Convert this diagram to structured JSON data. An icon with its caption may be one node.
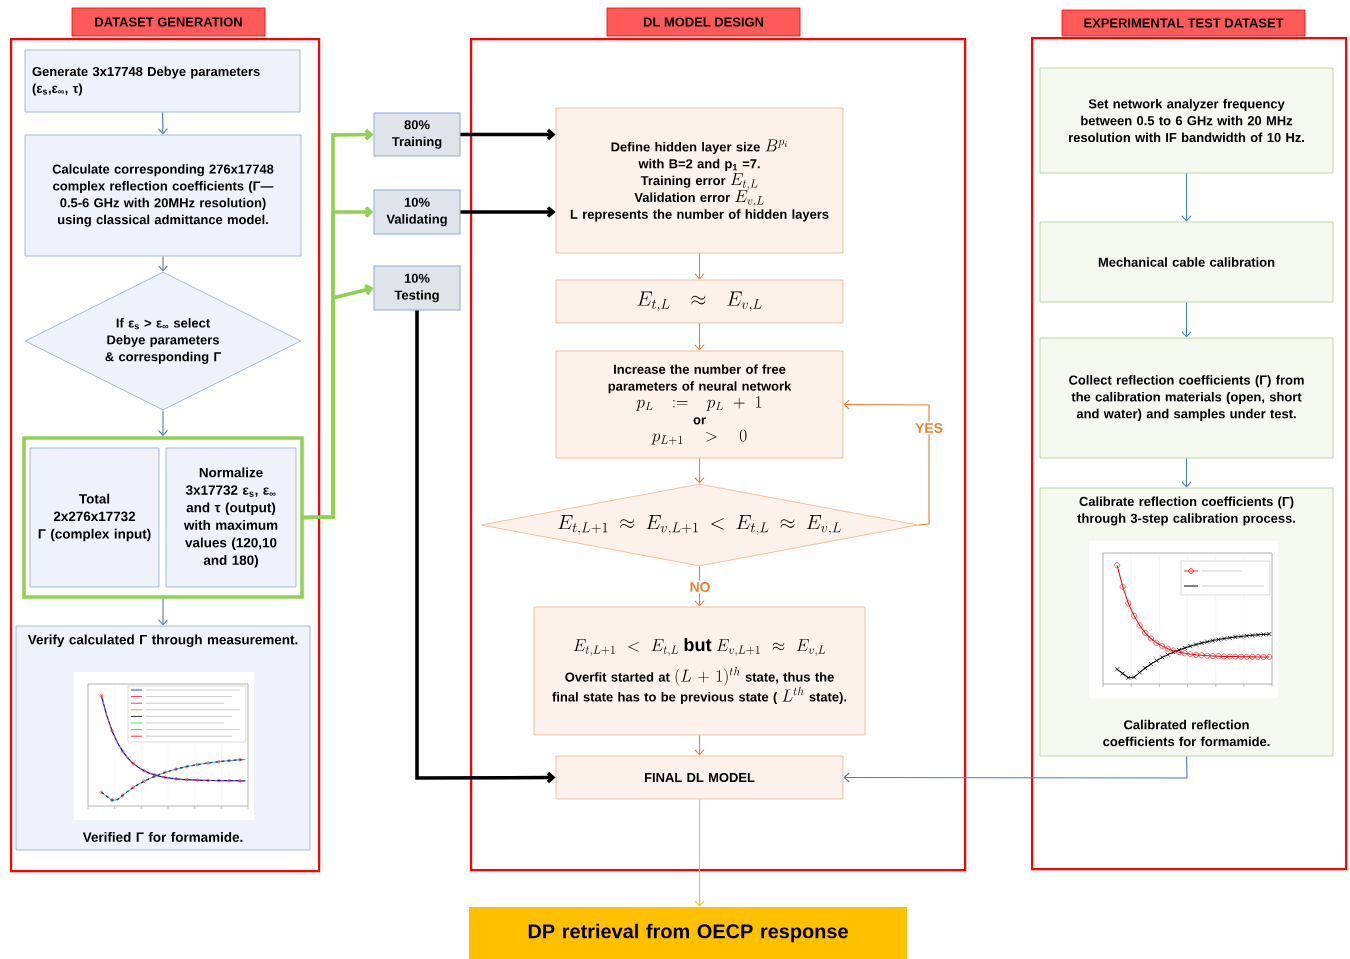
{
  "diagram": {
    "nodes": [
      {
        "text": [
          "DATASET GENERATION"
        ]
      },
      {
        "text": [
          "Generate 3x17748 Debye parameters (ε$_{s}$,ε$_{∞}$, τ)"
        ],
        "in": 0
      },
      {
        "text": [
          "Calculate corresponding 276x17748 complex reflection coefficients (Γ— 0.5-6 GHz with 20MHz resolution) using classical admittance model."
        ],
        "in": 0
      },
      {
        "text": [
          "If ε$_{s}$ > ε$_{∞}$ select Debye parameters & corresponding Γ"
        ],
        "in": 0
      },
      {
        "text": [],
        "shape": "box",
        "in": 0
      },
      {
        "text": [
          "Total 2x276x17732 Γ (complex input)"
        ],
        "in": 4
      },
      {
        "text": [
          "Normalize 3x17732 ε$_{s}$, ε$_{∞}$ and τ  (output) with maximum values (120,10 and 180)"
        ],
        "in": 4
      },
      {
        "text": [
          "Verify calculated Γ through measurement.",
          "Verified Γ for formamide."
        ],
        "in": 0
      },
      {
        "text": [
          "80% Training"
        ]
      },
      {
        "text": [
          "10% Validating"
        ]
      },
      {
        "text": [
          "10% Testing"
        ]
      },
      {
        "text": [
          "DL MODEL DESIGN"
        ]
      },
      {
        "text": [
          "Define hidden layer size",
          "B^{p_i}",
          "with B=2 and p$_{1}$ =7.",
          "Training error",
          "E_{t,L}",
          "Validation error",
          "E_{v,L}",
          "L represents the number of hidden layers"
        ],
        "in": 11
      },
      {
        "text": [
          "E_{t,L} \\approx E_{v,L}"
        ],
        "in": 11
      },
      {
        "text": [
          "Increase the number of free parameters of neural network",
          "p_L := p_L + 1",
          "or",
          "p_{L+1} > 0"
        ],
        "in": 11
      },
      {
        "text": [
          "E_{t,L+1} \\approx E_{v,L+1} < E_{t,L} \\approx E_{v,L}"
        ],
        "in": 11
      },
      {
        "text": [
          "E_{t,L+1} < E_{t,L} \\text{ but } E_{v,L+1} \\approx E_{v,L}",
          "Overfit started at",
          "(L+1)^{th}",
          "state, thus the final state has to be previous state (",
          "L^{th}",
          "state)."
        ],
        "in": 11
      },
      {
        "text": [
          "FINAL DL MODEL"
        ],
        "in": 11
      },
      {
        "text": [
          "EXPERIMENTAL TEST DATASET"
        ]
      },
      {
        "text": [
          "Set network analyzer frequency between  0.5 to 6 GHz with 20 MHz resolution with IF bandwidth of 10 Hz."
        ],
        "in": 18
      },
      {
        "text": [
          "Mechanical cable calibration"
        ],
        "in": 18
      },
      {
        "text": [
          "Collect reflection coefficients (Γ) from the  calibration materials (open, short and water) and samples under test."
        ],
        "in": 18
      },
      {
        "text": [
          "Calibrate reflection coefficients (Γ) through 3-step calibration process.",
          "Calibrated reflection coefficients for formamide."
        ],
        "in": 18
      },
      {
        "text": [
          "DP retrieval from OECP response"
        ]
      }
    ],
    "edges": [
      {
        "from": 1,
        "to": 2,
        "arrow": "to"
      },
      {
        "from": 2,
        "to": 3,
        "arrow": "to"
      },
      {
        "from": 3,
        "to": 4,
        "arrow": "to"
      },
      {
        "from": 4,
        "to": 7,
        "arrow": "to"
      },
      {
        "from": 4,
        "to": 8,
        "arrow": "to",
        "style": "thick",
        "color": "#92d050"
      },
      {
        "from": 4,
        "to": 9,
        "arrow": "to",
        "style": "thick",
        "color": "#92d050"
      },
      {
        "from": 4,
        "to": 10,
        "arrow": "to",
        "style": "thick",
        "color": "#92d050"
      },
      {
        "from": 8,
        "to": 12,
        "arrow": "to",
        "style": "thick",
        "color": "#000000"
      },
      {
        "from": 9,
        "to": 12,
        "arrow": "to",
        "style": "thick",
        "color": "#000000"
      },
      {
        "from": 10,
        "to": 17,
        "arrow": "to",
        "style": "thick",
        "color": "#000000"
      },
      {
        "from": 12,
        "to": 13,
        "arrow": "to",
        "color": "#ed7d31"
      },
      {
        "from": 13,
        "to": 14,
        "arrow": "to",
        "color": "#ed7d31"
      },
      {
        "from": 14,
        "to": 15,
        "arrow": "to",
        "color": "#ed7d31"
      },
      {
        "from": 15,
        "to": 14,
        "arrow": "to",
        "label": "YES",
        "color": "#ed7d31"
      },
      {
        "from": 15,
        "to": 16,
        "arrow": "to",
        "label": "NO",
        "color": "#ed7d31"
      },
      {
        "from": 16,
        "to": 17,
        "arrow": "to",
        "color": "#ed7d31"
      },
      {
        "from": 17,
        "to": 23,
        "arrow": "to",
        "color": "#ffc000"
      },
      {
        "from": 19,
        "to": 20,
        "arrow": "to"
      },
      {
        "from": 20,
        "to": 21,
        "arrow": "to"
      },
      {
        "from": 21,
        "to": 22,
        "arrow": "to"
      },
      {
        "from": 22,
        "to": 17,
        "arrow": "to"
      }
    ]
  }
}
